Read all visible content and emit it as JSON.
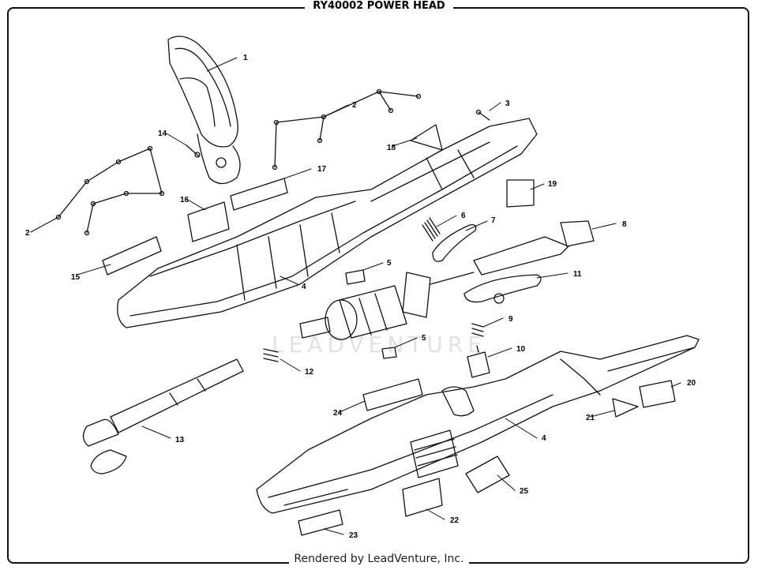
{
  "title": "RY40002 POWER HEAD",
  "footer": "Rendered by LeadVenture, Inc.",
  "watermark": "LEADVENTURE",
  "colors": {
    "line": "#111111",
    "background": "#ffffff",
    "watermark": "#e2e2e2"
  },
  "callouts": [
    {
      "label": "1"
    },
    {
      "label": "2"
    },
    {
      "label": "2"
    },
    {
      "label": "3"
    },
    {
      "label": "14"
    },
    {
      "label": "18"
    },
    {
      "label": "17"
    },
    {
      "label": "19"
    },
    {
      "label": "16"
    },
    {
      "label": "6"
    },
    {
      "label": "7"
    },
    {
      "label": "8"
    },
    {
      "label": "15"
    },
    {
      "label": "5"
    },
    {
      "label": "4"
    },
    {
      "label": "11"
    },
    {
      "label": "9"
    },
    {
      "label": "5"
    },
    {
      "label": "10"
    },
    {
      "label": "12"
    },
    {
      "label": "20"
    },
    {
      "label": "24"
    },
    {
      "label": "4"
    },
    {
      "label": "21"
    },
    {
      "label": "13"
    },
    {
      "label": "25"
    },
    {
      "label": "22"
    },
    {
      "label": "23"
    }
  ]
}
